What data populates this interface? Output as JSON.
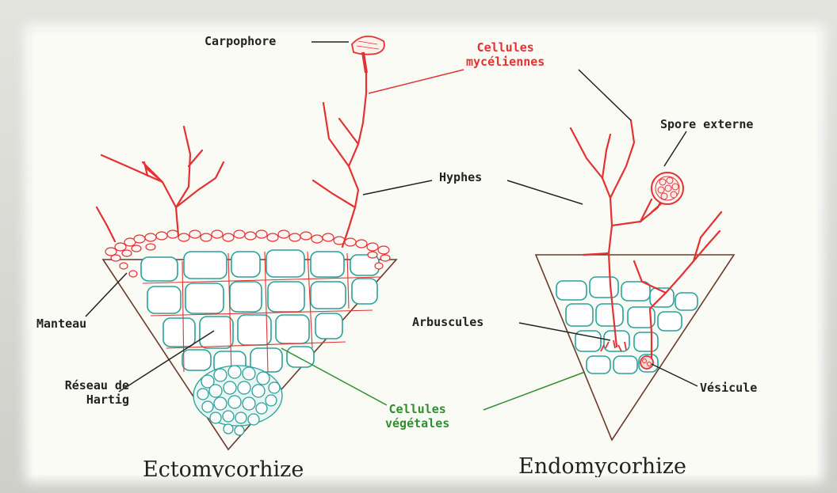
{
  "labels": {
    "carpophore": "Carpophore",
    "cellules_myceliennes": "Cellules\nmycéliennes",
    "spore_externe": "Spore externe",
    "hyphes": "Hyphes",
    "manteau": "Manteau",
    "arbuscules": "Arbuscules",
    "reseau_hartig": "Réseau de\nHartig",
    "cellules_vegetales": "Cellules\nvégétales",
    "vesicule": "Vésicule"
  },
  "titles": {
    "ecto": "Ectomycorhize",
    "endo": "Endomycorhize"
  },
  "colors": {
    "fungus": "#e23232",
    "plant": "#2aa19a",
    "leader": "#222222",
    "green_label": "#2f8f2f"
  }
}
